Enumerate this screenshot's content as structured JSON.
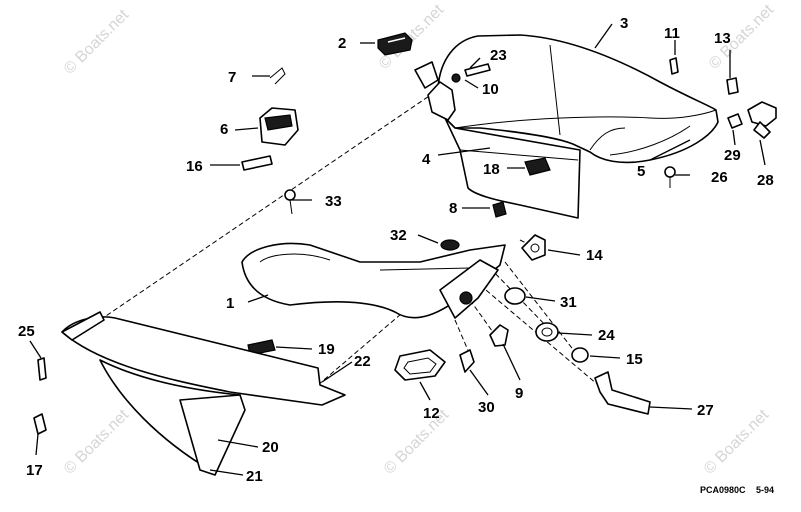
{
  "diagram": {
    "callouts": {
      "c1": "1",
      "c2": "2",
      "c3": "3",
      "c4": "4",
      "c5": "5",
      "c6": "6",
      "c7": "7",
      "c8": "8",
      "c9": "9",
      "c10": "10",
      "c11": "11",
      "c12": "12",
      "c13": "13",
      "c14": "14",
      "c15": "15",
      "c16": "16",
      "c17": "17",
      "c18": "18",
      "c19": "19",
      "c20": "20",
      "c21": "21",
      "c22": "22",
      "c23": "23",
      "c24": "24",
      "c25": "25",
      "c26": "26",
      "c27": "27",
      "c28": "28",
      "c29": "29",
      "c30": "30",
      "c31": "31",
      "c32": "32",
      "c33": "33"
    },
    "drawing_code": "PCA0980C",
    "drawing_date": "5-94",
    "watermark": "© Boats.net"
  }
}
